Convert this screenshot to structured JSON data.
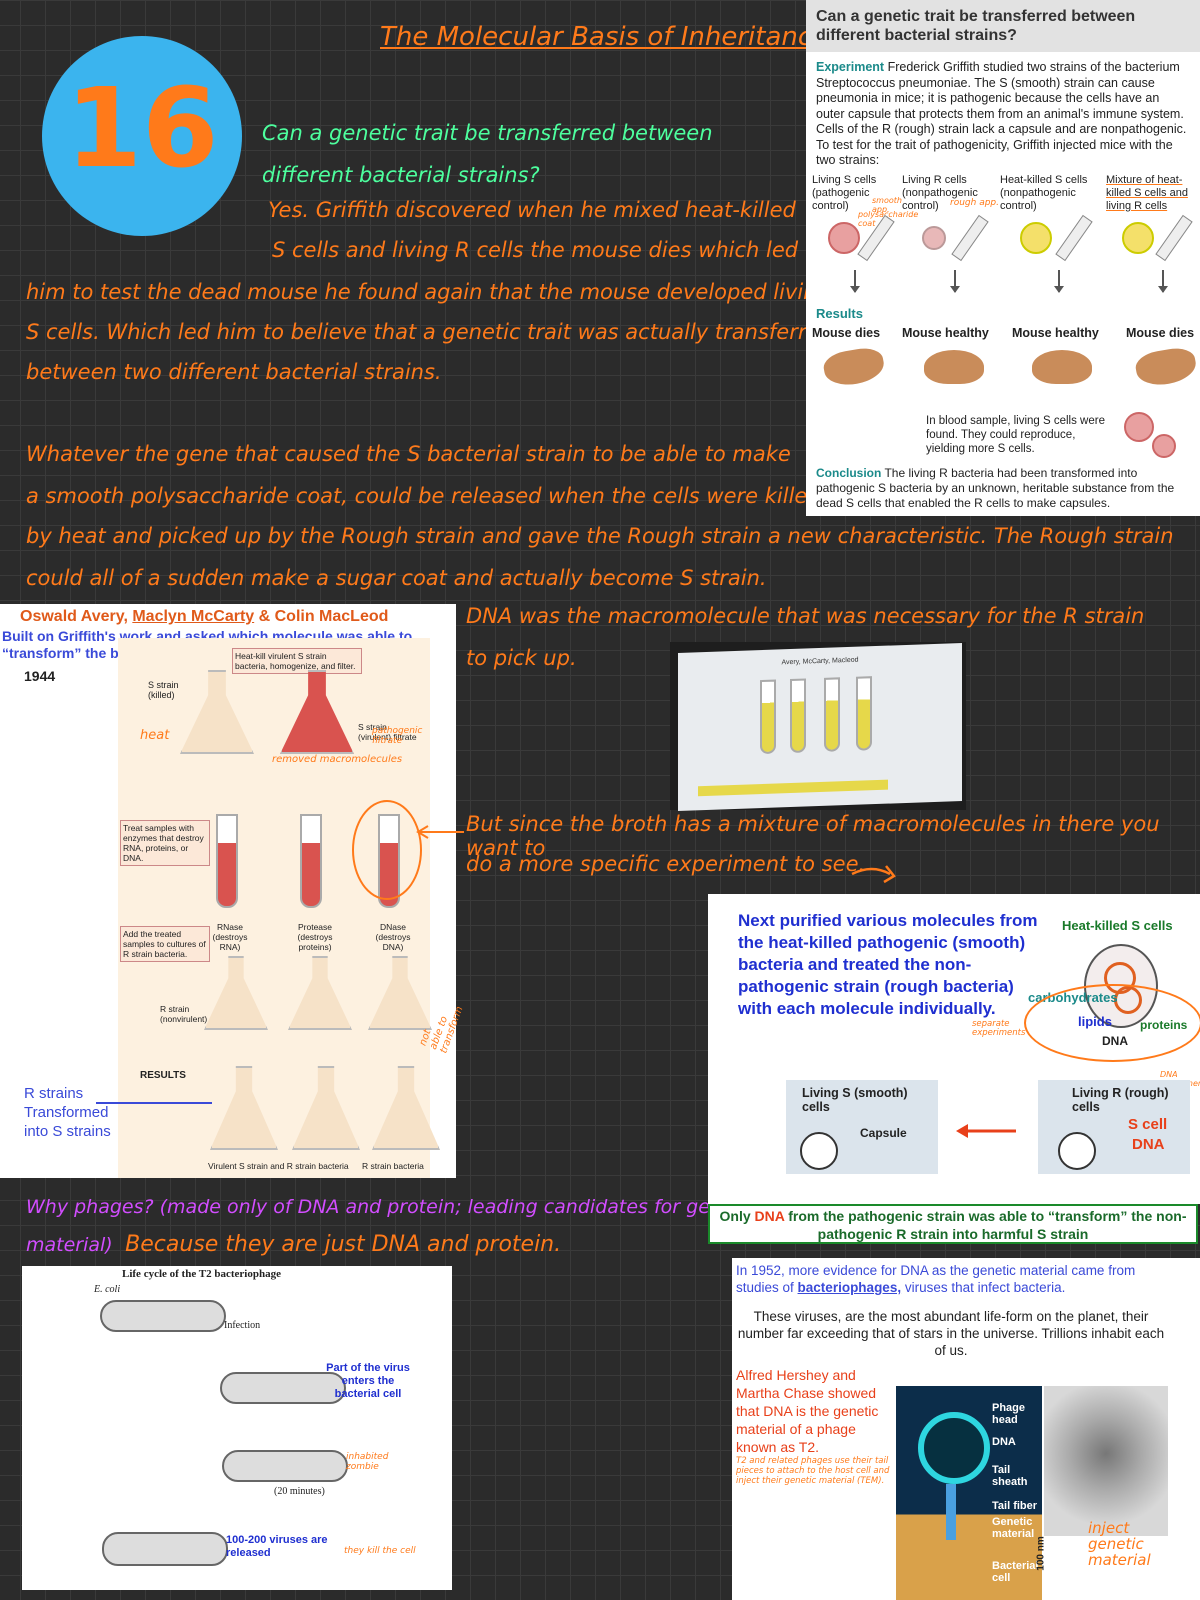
{
  "chapter_number": "16",
  "title": "The Molecular Basis of Inheritance",
  "question": "Can a genetic trait be transferred between different bacterial strains?",
  "answer_lines": [
    "Yes. Griffith discovered when he mixed heat-killed",
    "S cells and living R cells the mouse dies which led",
    "him to test the dead mouse he found again that the mouse developed living",
    "S cells. Which led him to believe that a genetic trait was actually transferred",
    "between two different bacterial strains."
  ],
  "paragraph2_lines": [
    "Whatever the gene that caused the S bacterial strain to be able to make",
    "a smooth polysaccharide coat, could be released when the cells were killed",
    "by heat and picked up by the Rough strain and gave the Rough strain a new characteristic. The Rough strain",
    "could all of a sudden make a sugar coat and actually become S strain."
  ],
  "dna_note_lines": [
    "DNA was the macromolecule that was necessary for the R strain",
    "to pick up."
  ],
  "broth_note_lines": [
    "But since the broth has a mixture of macromolecules in there you want to",
    "do a more specific experiment to see."
  ],
  "phage_note": {
    "question": "Why phages? (made only of DNA and protein; leading candidates for genetic",
    "question2": "material)",
    "answer": "Because they are just DNA and protein."
  },
  "griffith_figure": {
    "header": "Can a genetic trait be transferred between different bacterial strains?",
    "experiment_label": "Experiment",
    "experiment_text": "Frederick Griffith studied two strains of the bacterium Streptococcus pneumoniae. The S (smooth) strain can cause pneumonia in mice; it is pathogenic because the cells have an outer capsule that protects them from an animal's immune system. Cells of the R (rough) strain lack a capsule and are nonpathogenic. To test for the trait of pathogenicity, Griffith injected mice with the two strains:",
    "columns": [
      {
        "label": "Living S cells (pathogenic control)",
        "result": "Mouse dies",
        "color": "#e8a0a0"
      },
      {
        "label": "Living R cells (nonpathogenic control)",
        "result": "Mouse healthy",
        "color": "#e8b8b8"
      },
      {
        "label": "Heat-killed S cells (nonpathogenic control)",
        "result": "Mouse healthy",
        "color": "#f4e06a"
      },
      {
        "label": "Mixture of heat-killed S cells and living R cells",
        "result": "Mouse dies",
        "color": "#f4e06a"
      }
    ],
    "annotations": [
      "smooth app.",
      "polysaccharide coat",
      "rough app."
    ],
    "results_label": "Results",
    "blood_note": "In blood sample, living S cells were found. They could reproduce, yielding more S cells.",
    "conclusion_label": "Conclusion",
    "conclusion_text": "The living R bacteria had been transformed into pathogenic S bacteria by an unknown, heritable substance from the dead S cells that enabled the R cells to make capsules."
  },
  "avery_figure": {
    "title_part1": "Oswald Avery, ",
    "title_part2": "Maclyn McCarty",
    "title_part3": " & Colin MacLeod",
    "subtitle": "Built on Griffith's work and asked which molecule was able to “transform” the bacteria",
    "year": "1944",
    "step1": "Heat-kill virulent S strain bacteria, homogenize, and filter.",
    "s_strain_killed": "S strain (killed)",
    "heat": "heat",
    "filtrate": "S strain (virulent) filtrate",
    "filtrate_note": "pathogenic filtrate",
    "removed_note": "removed macromolecules",
    "step2": "Treat samples with enzymes that destroy RNA, proteins, or DNA.",
    "enzymes": [
      "RNase (destroys RNA)",
      "Protease (destroys proteins)",
      "DNase (destroys DNA)"
    ],
    "step3": "Add the treated samples to cultures of R strain bacteria.",
    "r_strain": "R strain (nonvirulent)",
    "not_able": "not able to transform",
    "results": "RESULTS",
    "r_transformed": "R strains Transformed into S strains",
    "bottom_left": "Virulent S strain and R strain bacteria",
    "bottom_right": "R strain bacteria"
  },
  "photo_caption": "Avery, McCarty, Macleod",
  "purified_figure": {
    "text": "Next purified various molecules from the heat-killed pathogenic (smooth) bacteria and treated the non-pathogenic strain (rough bacteria) with each molecule individually.",
    "heat_killed": "Heat-killed S cells",
    "carbohydrates": "carbohydrates",
    "lipids": "lipids",
    "proteins": "proteins",
    "dna": "DNA",
    "separate": "separate experiments",
    "dna_exp": "DNA experiment",
    "living_s": "Living S (smooth) cells",
    "capsule": "Capsule",
    "living_r": "Living R (rough) cells",
    "s_cell_dna_1": "S cell",
    "s_cell_dna_2": "DNA"
  },
  "only_dna": {
    "part1": "Only ",
    "part2": "DNA",
    "part3": " from the pathogenic strain was able to “transform” the non-pathogenic R strain into harmful S strain"
  },
  "phage_info": {
    "intro_part1": "In 1952, more evidence for DNA as the genetic material came from studies of ",
    "intro_bold": "bacteriophages,",
    "intro_part2": " viruses that infect bacteria.",
    "abundance": "These viruses, are the most abundant life-form on the planet, their number far exceeding that of stars in the universe. Trillions inhabit each of us.",
    "hershey": "Alfred Hershey and Martha Chase showed that DNA is the genetic material of a phage known as T2.",
    "t2_note": "T2 and related phages use their tail pieces to attach to the host cell and inject their genetic material (TEM).",
    "labels": [
      "Phage head",
      "DNA",
      "Tail sheath",
      "Tail fiber",
      "Genetic material",
      "Bacterial cell"
    ],
    "scale": "100 nm",
    "inject_note": "inject genetic material"
  },
  "lifecycle": {
    "title": "Life cycle of the T2 bacteriophage",
    "ecoli": "E. coli",
    "infection": "Infection",
    "enters": "Part of the virus enters the bacterial cell",
    "inhabited": "inhabited zombie",
    "minutes": "(20 minutes)",
    "released": "100-200 viruses are released",
    "kill_note": "they kill the cell"
  }
}
